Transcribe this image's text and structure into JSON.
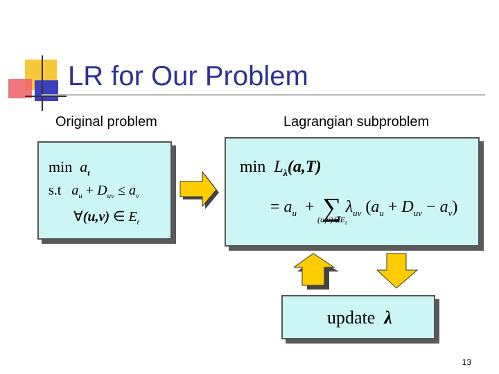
{
  "slide": {
    "title": "LR for Our Problem",
    "page_number": "13"
  },
  "left": {
    "label": "Original problem",
    "line1_min": "min",
    "line1_var": "a",
    "line1_sub": "t",
    "line2_st": "s.t",
    "line2_expr": "a_u + D_uv ≤ a_v",
    "line3_forall": "∀",
    "line3_pair": "(u,v)",
    "line3_in": "∈",
    "line3_set": "E",
    "line3_sub": "t"
  },
  "right": {
    "label": "Lagrangian subproblem",
    "min": "min",
    "L": "L",
    "lambda": "λ",
    "args": "(a,T)",
    "eq": "=",
    "a": "a",
    "u": "u",
    "plus": "+",
    "sigma": "∑",
    "sum_sub": "(u,v)∈E",
    "sum_sub_t": "t",
    "lam": "λ",
    "uv": "uv",
    "paren_open": "(",
    "a2": "a",
    "u2": "u",
    "plus2": "+",
    "D": "D",
    "Duv": "uv",
    "minus": "−",
    "a3": "a",
    "v3": "v",
    "paren_close": ")"
  },
  "update": {
    "word": "update",
    "lambda": "λ"
  },
  "colors": {
    "title": "#2e3192",
    "box_fill": "#ccf5f5",
    "arrow_fill": "#ffcc00"
  },
  "icons": [
    "right-arrow-icon",
    "up-arrow-icon",
    "down-arrow-icon"
  ]
}
